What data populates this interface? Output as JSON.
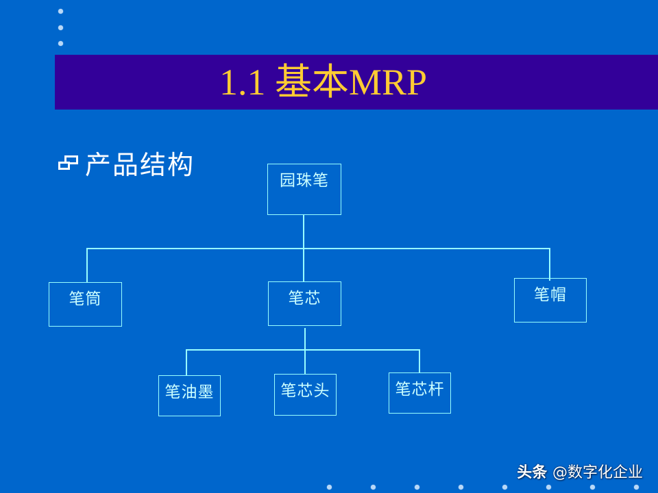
{
  "slide": {
    "title": "1.1 基本MRP",
    "section_label": "产品结构",
    "section_icon": "window-bullet-icon",
    "colors": {
      "background": "#0066cc",
      "title_bar": "#330099",
      "title_text": "#ffcc33",
      "lines": "#99ffff",
      "node_text": "#ccffff"
    }
  },
  "diagram": {
    "type": "product-structure-tree",
    "root": {
      "label": "园珠笔"
    },
    "level1": [
      {
        "label": "笔筒"
      },
      {
        "label": "笔芯"
      },
      {
        "label": "笔帽"
      }
    ],
    "level2": [
      {
        "label": "笔油墨",
        "parent": "笔芯"
      },
      {
        "label": "笔芯头",
        "parent": "笔芯"
      },
      {
        "label": "笔芯杆",
        "parent": "笔芯"
      }
    ]
  },
  "watermark": {
    "brand": "头条",
    "handle": "@数字化企业"
  }
}
